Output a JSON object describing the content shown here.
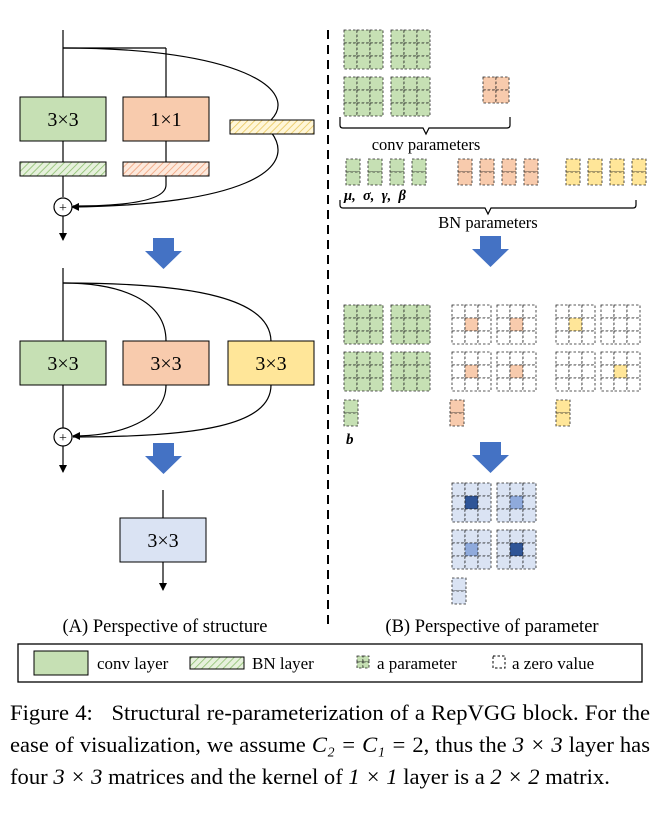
{
  "structure": {
    "top_branches": [
      "3×3",
      "1×1"
    ],
    "mid_branches": [
      "3×3",
      "3×3",
      "3×3"
    ],
    "final": "3×3",
    "add_symbol": "+",
    "panel_label": "(A) Perspective of structure"
  },
  "parameter": {
    "conv_label": "conv parameters",
    "bn_symbols": "μ,  σ,  γ,  β",
    "bn_label": "BN parameters",
    "bias_symbol": "b",
    "panel_label": "(B) Perspective of parameter"
  },
  "legend": {
    "conv": "conv layer",
    "bn": "BN layer",
    "param": "a parameter",
    "zero": "a zero value"
  },
  "caption": {
    "fig": "Figure 4:",
    "line1_rest": "Structural re-parameterization of a RepVGG",
    "line2_a": "block. For the ease of visualization, we assume",
    "line2_math": "C₂ = C₁ =",
    "line3_a": "2, thus the",
    "line3_m1": "3 × 3",
    "line3_b": "layer has four",
    "line3_m2": "3 × 3",
    "line3_c": "matrices and the kernel",
    "line4_a": "of",
    "line4_m1": "1 × 1",
    "line4_b": "layer is a",
    "line4_m2": "2 × 2",
    "line4_c": "matrix."
  },
  "colors": {
    "conv_fill": "#c6e0b4",
    "conv1x1_fill": "#f8cbad",
    "identity_fill": "#ffe699",
    "final_fill": "#dae3f3",
    "arrow": "#4472c4",
    "dark_blue": "#2f5597",
    "light_blue": "#8faadc"
  }
}
